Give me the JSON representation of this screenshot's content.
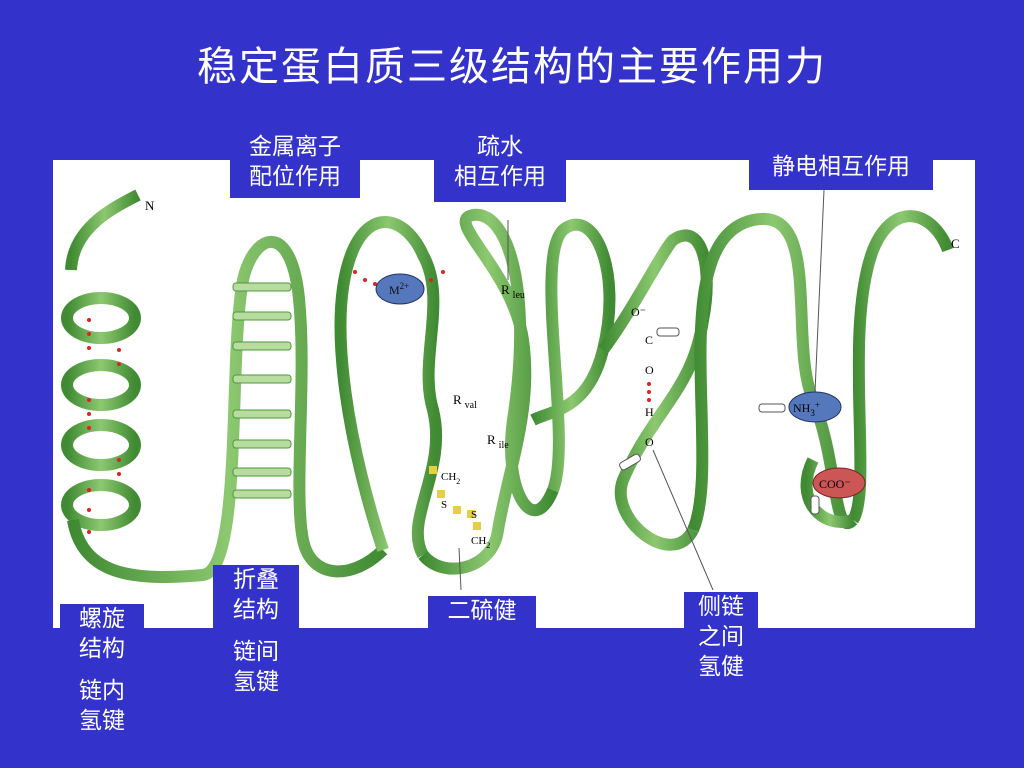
{
  "slide": {
    "title": "稳定蛋白质三级结构的主要作用力"
  },
  "labels": {
    "metal": [
      "金属离子",
      "配位作用"
    ],
    "hydrophobic": [
      "疏水",
      "相互作用"
    ],
    "electrostatic": "静电相互作用",
    "sheet": [
      "折叠",
      "结构"
    ],
    "sheet_hbond": [
      "链间",
      "氢键"
    ],
    "helix": [
      "螺旋",
      "结构"
    ],
    "helix_hbond": [
      "链内",
      "氢键"
    ],
    "disulfide": "二硫健",
    "sidechain_hbond": [
      "侧链",
      "之间",
      "氢健"
    ]
  },
  "diagram": {
    "n_term": "N",
    "c_term": "C",
    "metal_ion": "M",
    "metal_charge": "2+",
    "r": "R",
    "leu": "leu",
    "val": "val",
    "ile": "ile",
    "ch2": "CH",
    "sub2": "2",
    "s": "S",
    "o_minus": "O⁻",
    "c": "C",
    "o": "O",
    "h": "H",
    "nh3": "NH",
    "nh3_sub": "3",
    "nh3_charge": "+",
    "coo": "COO⁻"
  },
  "colors": {
    "background": "#3333cc",
    "ribbon": "#4c9a3a",
    "ribbon_edge": "#1f5a1a",
    "metal_ion": "#5577bb",
    "coo_bubble": "#cc5555",
    "hbond_dots": "#dd2222",
    "disulfide": "#e6d040"
  }
}
